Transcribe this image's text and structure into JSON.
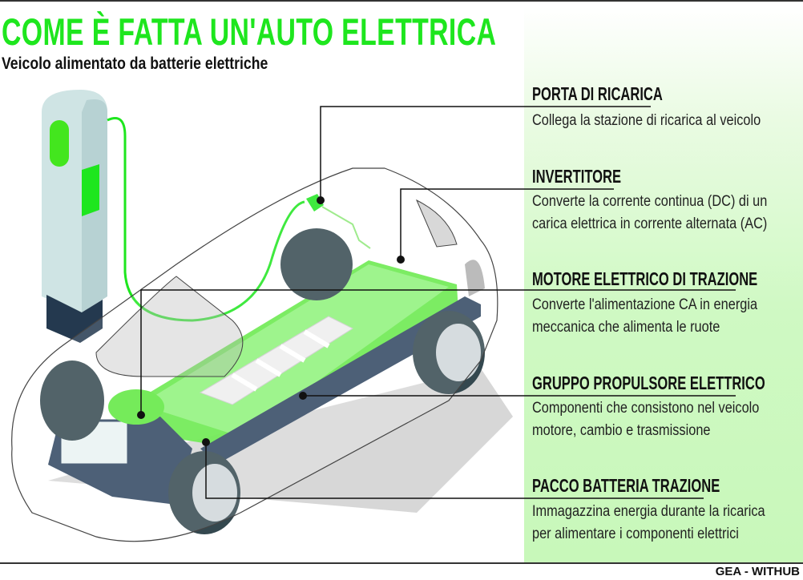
{
  "header": {
    "title": "COME È FATTA UN'AUTO ELETTRICA",
    "subtitle": "Veicolo alimentato da batterie elettriche"
  },
  "components": [
    {
      "label": "PORTA DI RICARICA",
      "description_lines": [
        "Collega la stazione di ricarica al veicolo"
      ]
    },
    {
      "label": "INVERTITORE",
      "description_lines": [
        "Converte la corrente continua (DC) di un",
        "carica elettrica in corrente alternata (AC)"
      ]
    },
    {
      "label": "MOTORE ELETTRICO DI TRAZIONE",
      "description_lines": [
        "Converte l'alimentazione CA in energia",
        "meccanica che alimenta le ruote"
      ]
    },
    {
      "label": "GRUPPO PROPULSORE ELETTRICO",
      "description_lines": [
        "Componenti che consistono nel veicolo",
        "motore, cambio e trasmissione"
      ]
    },
    {
      "label": "PACCO BATTERIA TRAZIONE",
      "description_lines": [
        "Immagazzina energia durante la ricarica",
        "per alimentare i componenti elettrici"
      ]
    }
  ],
  "credit": "GEA - WITHUB",
  "colors": {
    "accent": "#1ee61e",
    "panel": "#cff9c3",
    "chassis": "#2e4560"
  }
}
